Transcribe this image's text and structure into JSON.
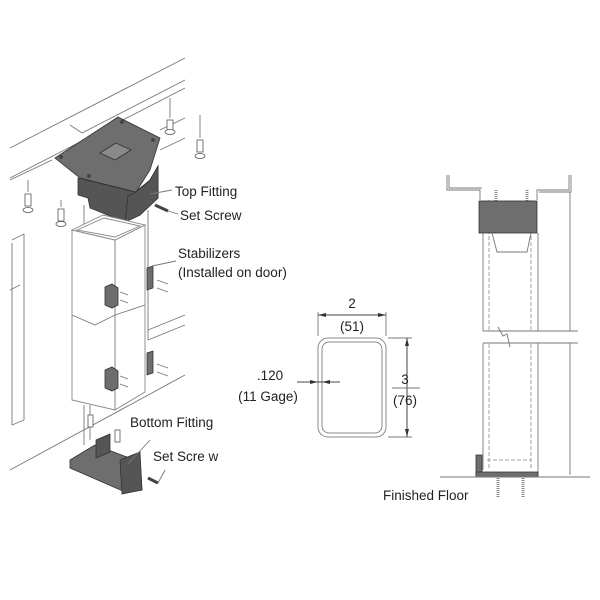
{
  "exploded_view": {
    "labels": {
      "top_fitting": "Top Fitting",
      "top_set_screw": "Set Screw",
      "stabilizers": "Stabilizers",
      "stabilizers_note": "(Installed on door)",
      "bottom_fitting": "Bottom Fitting",
      "bottom_set_screw": "Set Scre w"
    }
  },
  "section_view": {
    "width_in": "2",
    "width_mm": "(51)",
    "wall_thickness": ".120",
    "wall_gage": "(11 Gage)",
    "depth_in": "3",
    "depth_mm": "(76)"
  },
  "elevation_view": {
    "floor_label": "Finished Floor"
  },
  "colors": {
    "fitting": "#6e6e6e",
    "lines": "#777777"
  }
}
